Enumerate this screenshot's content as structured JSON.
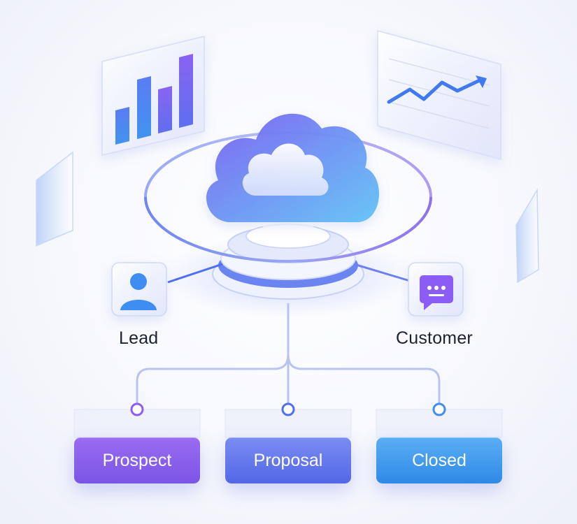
{
  "nodes": {
    "lead": {
      "label": "Lead"
    },
    "customer": {
      "label": "Customer"
    }
  },
  "stages": [
    {
      "label": "Prospect",
      "color_from": "#9a6cf0",
      "color_to": "#7b55e6"
    },
    {
      "label": "Proposal",
      "color_from": "#7a8df2",
      "color_to": "#5267e6"
    },
    {
      "label": "Closed",
      "color_from": "#5aaef4",
      "color_to": "#2f8ae6"
    }
  ],
  "colors": {
    "accent_purple": "#8b5cf6",
    "accent_blue": "#4f6ff0",
    "connector": "#b9c4ee"
  },
  "icons": [
    "bar-chart-icon",
    "line-chart-icon",
    "cloud-icon",
    "user-icon",
    "chat-bubble-icon"
  ]
}
